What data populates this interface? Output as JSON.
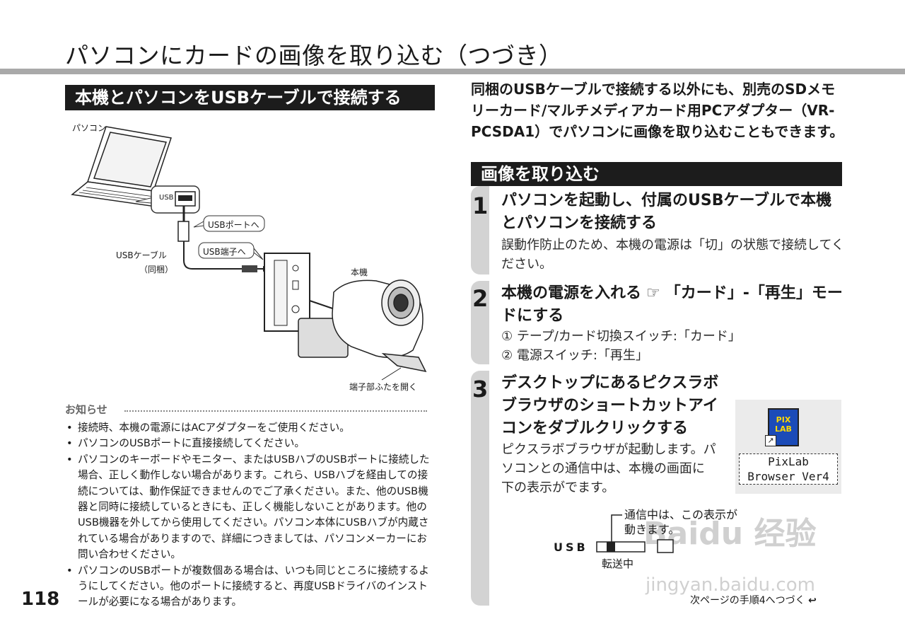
{
  "header": {
    "title": "パソコンにカードの画像を取り込む（つづき）"
  },
  "left": {
    "section_title": "本機とパソコンをUSBケーブルで接続する",
    "diagram": {
      "pc_label": "パソコン",
      "usb_socket_label": "USB",
      "usb_port_callout": "USBポートへ",
      "usb_terminal_callout": "USB端子へ",
      "cable_label": "USBケーブル",
      "cable_note": "（同梱）",
      "camera_label": "本機",
      "cover_label": "端子部ふたを開く"
    },
    "notice": {
      "title": "お知らせ",
      "items": [
        "接続時、本機の電源にはACアダプターをご使用ください。",
        "パソコンのUSBポートに直接接続してください。",
        "パソコンのキーボードやモニター、またはUSBハブのUSBポートに接続した場合、正しく動作しない場合があります。これら、USBハブを経由しての接続については、動作保証できませんのでご了承ください。また、他のUSB機器と同時に接続しているときにも、正しく機能しないことがあります。他のUSB機器を外してから使用してください。パソコン本体にUSBハブが内蔵されている場合がありますので、詳細につきましては、パソコンメーカーにお問い合わせください。",
        "パソコンのUSBポートが複数個ある場合は、いつも同じところに接続するようにしてください。他のポートに接続すると、再度USBドライバのインストールが必要になる場合があります。"
      ]
    },
    "page_number": "118"
  },
  "right": {
    "intro": "同梱のUSBケーブルで接続する以外にも、別売のSDメモリーカード/マルチメディアカード用PCアダプター（VR-PCSDA1）でパソコンに画像を取り込むこともできます。",
    "section_title": "画像を取り込む",
    "steps": [
      {
        "number": "1",
        "heading": "パソコンを起動し、付属のUSBケーブルで本機とパソコンを接続する",
        "body": "誤動作防止のため、本機の電源は「切」の状態で接続してください。"
      },
      {
        "number": "2",
        "heading_part1": "本機の電源を入れる",
        "heading_part2": "「カード」-「再生」モードにする",
        "sub1": "① テープ/カード切換スイッチ:「カード」",
        "sub2": "② 電源スイッチ:「再生」"
      },
      {
        "number": "3",
        "heading": "デスクトップにあるピクスラボブラウザのショートカットアイコンをダブルクリックする",
        "body": "ピクスラボブラウザが起動します。パソコンとの通信中は、本機の画面に下の表示がでます。"
      }
    ],
    "pixlab": {
      "icon_text": "PIX LAB",
      "line1": "PixLab",
      "line2": "Browser Ver4"
    },
    "status": {
      "usb_text": "USB",
      "caption": "転送中",
      "note": "通信中は、この表示が動きます。"
    },
    "next_page": "次ページの手順4へつづく",
    "watermark": "Baidu 经验",
    "watermark_url": "jingyan.baidu.com"
  }
}
